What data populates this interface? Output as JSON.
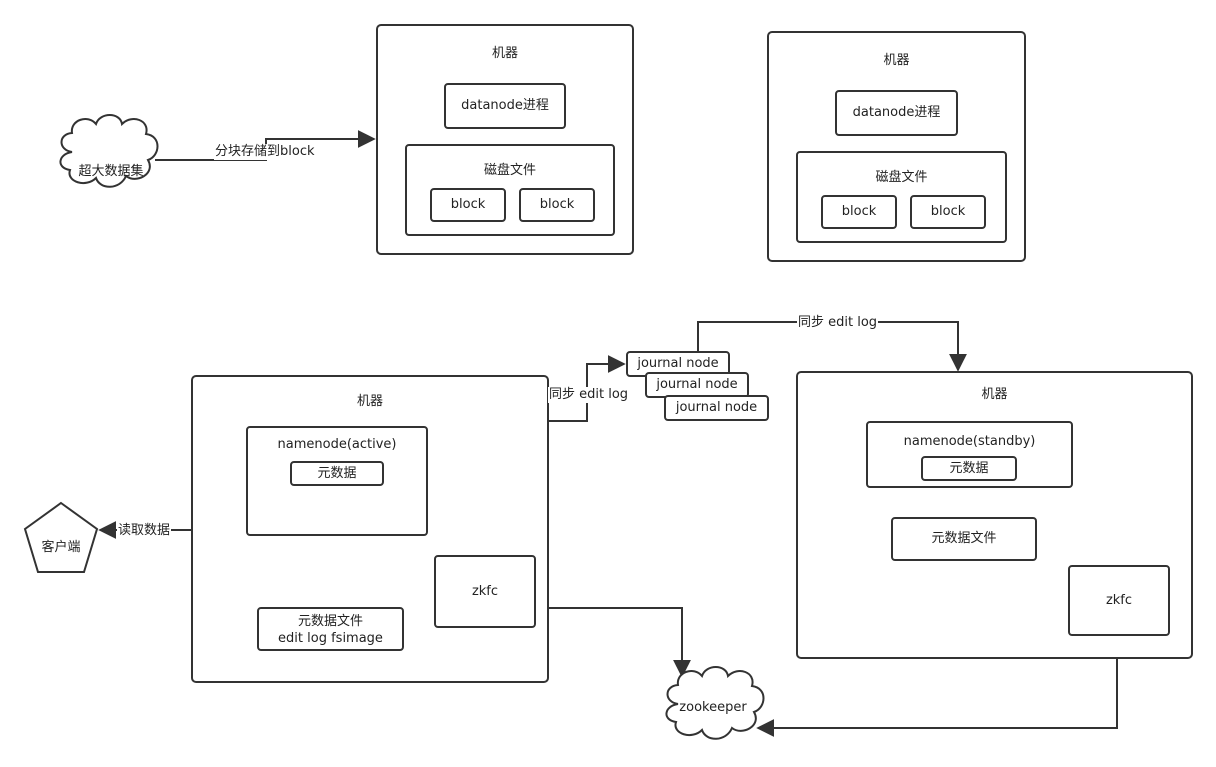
{
  "storage": {
    "bigdata_label": "超大数据集",
    "split_edge_label": "分块存储到block",
    "machine1": {
      "title": "机器",
      "process": "datanode进程",
      "disk": "磁盘文件",
      "block_a": "block",
      "block_b": "block"
    },
    "machine2": {
      "title": "机器",
      "process": "datanode进程",
      "disk": "磁盘文件",
      "block_a": "block",
      "block_b": "block"
    }
  },
  "ha": {
    "client_label": "客户端",
    "read_edge_label": "读取数据",
    "active_machine": {
      "title": "机器",
      "namenode": "namenode(active)",
      "metadata": "元数据",
      "zkfc": "zkfc",
      "metafile_line1": "元数据文件",
      "metafile_line2": "edit  log fsimage"
    },
    "sync_edge_label_1": "同步 edit log",
    "sync_edge_label_2": "同步 edit log",
    "journal_nodes": [
      "journal node",
      "journal node",
      "journal node"
    ],
    "standby_machine": {
      "title": "机器",
      "namenode": "namenode(standby)",
      "metadata": "元数据",
      "metafile": "元数据文件",
      "zkfc": "zkfc"
    },
    "zookeeper_label": "zookeeper"
  },
  "colors": {
    "stroke": "#333333",
    "background": "#ffffff"
  }
}
